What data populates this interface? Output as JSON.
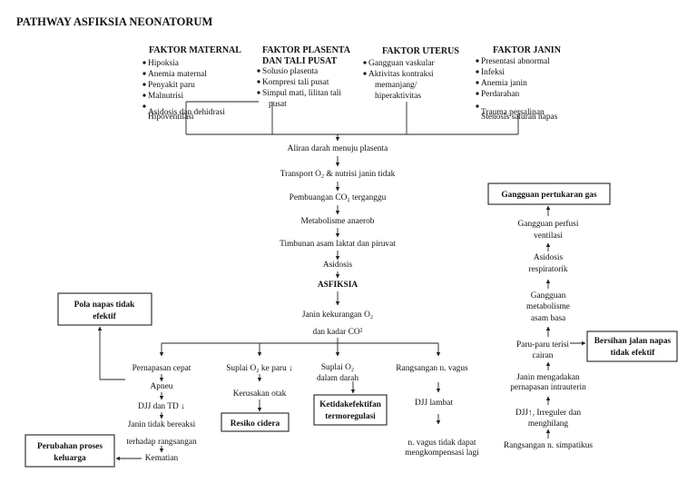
{
  "title": "PATHWAY ASFIKSIA NEONATORUM",
  "factors": [
    {
      "header": [
        "FAKTOR MATERNAL"
      ],
      "items": [
        "Hipoksia",
        "Anemia maternal",
        "Penyakit paru",
        "Malnutrisi",
        "Asidosis dan dehidrasi",
        "Hipoventilasi"
      ]
    },
    {
      "header": [
        "FAKTOR PLASENTA",
        "DAN TALI PUSAT"
      ],
      "items": [
        "Solusio plasenta",
        "Kompresi tali pusat",
        "Simpul mati, lilitan tali",
        "pusat"
      ]
    },
    {
      "header": [
        "FAKTOR UTERUS"
      ],
      "items": [
        "Gangguan vaskular",
        "Aktivitas kontraksi",
        "memanjang/",
        "hiperaktivitas"
      ]
    },
    {
      "header": [
        "FAKTOR JANIN"
      ],
      "items": [
        "Presentasi abnormal",
        "Infeksi",
        "Anemia janin",
        "Perdarahan",
        "Trauma persalinan",
        "Stenosis saluran napas"
      ]
    }
  ],
  "chain": [
    "Aliran darah menuju plasenta",
    "Transport O₂ & nutrisi janin tidak",
    "Pembuangan CO₂ terganggu",
    "Metabolisme anaerob",
    "Timbunan asam laktat dan piruvat",
    "Asidosis",
    "ASFIKSIA",
    "Janin kekurangan O₂",
    "dan kadar CO²"
  ],
  "branch1": [
    "Pernapasan cepat",
    "Apneu",
    "DJJ dan TD ↓",
    "Janin tidak bereaksi",
    "terhadap rangsangan",
    "Kematian"
  ],
  "branch2": [
    "Suplai O₂ ke paru ↓",
    "Kerusakan otak"
  ],
  "branch3": [
    "Suplai O₂",
    "dalam darah"
  ],
  "branch4": [
    "Rangsangan n. vagus",
    "DJJ lambat",
    "n. vagus tidak dapat",
    "mengkompensasi lagi"
  ],
  "right_chain": [
    "Rangsangan n. simpatikus",
    "DJJ↑, Irreguler dan",
    "menghilang",
    "Janin mengadakan",
    "pernapasan intrauterin",
    "Paru-paru terisi",
    "cairan",
    "Gangguan",
    "metabolisme",
    "asam basa",
    "Asidosis",
    "respiratorik",
    "Gangguan perfusi",
    "ventilasi"
  ],
  "diagnoses": {
    "pola_napas": [
      "Pola napas tidak",
      "efektif"
    ],
    "perubahan_proses": [
      "Perubahan proses",
      "keluarga"
    ],
    "resiko_cidera": "Resiko cidera",
    "termoregulasi": [
      "Ketidakefektifan",
      "termoregulasi"
    ],
    "gangguan_gas": "Gangguan pertukaran gas",
    "bersihan_jalan": [
      "Bersihan jalan napas",
      "tidak efektif"
    ]
  }
}
